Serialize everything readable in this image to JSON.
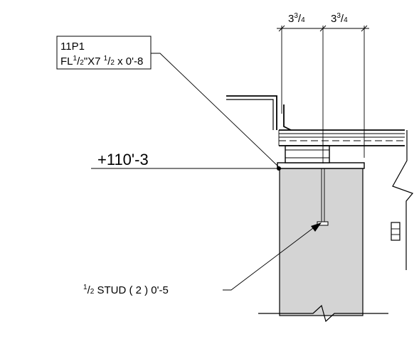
{
  "dimensions": {
    "left": {
      "whole": "3",
      "num": "3",
      "den": "4"
    },
    "right": {
      "whole": "3",
      "num": "3",
      "den": "4"
    }
  },
  "plate_tag": {
    "mark": "11P1",
    "desc_prefix": "FL",
    "thickness_num": "1",
    "thickness_den": "2",
    "desc_mid": "\"X7 ",
    "width_num": "1",
    "width_den": "2",
    "desc_suffix": " x 0'-8"
  },
  "elevation": {
    "label": "+110'-3"
  },
  "stud_callout": {
    "dia_num": "1",
    "dia_den": "2",
    "text": " STUD ( 2 ) 0'-5"
  },
  "colors": {
    "concrete_fill": "#d4d4d4",
    "line": "#000000",
    "background": "#ffffff"
  }
}
